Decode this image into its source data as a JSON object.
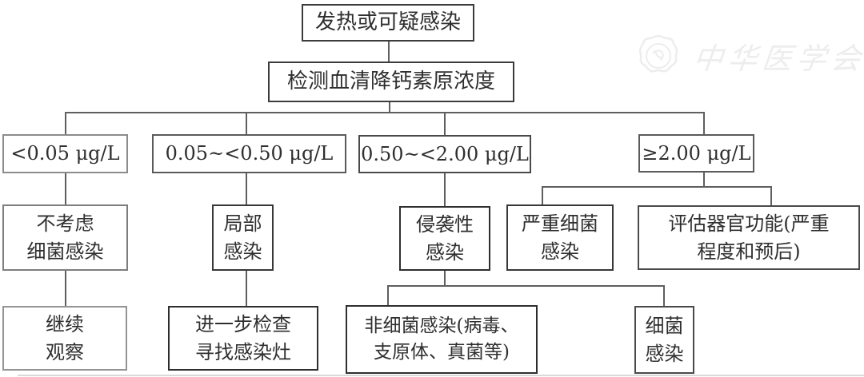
{
  "diagram": {
    "nodes": {
      "fever": {
        "label": "发热或可疑感染"
      },
      "test_pct": {
        "label": "检测血清降钙素原浓度"
      },
      "range_low": {
        "label": "<0.05 μg/L"
      },
      "range_mid_low": {
        "label": "0.05~<0.50 μg/L"
      },
      "range_mid_high": {
        "label": "0.50~<2.00 μg/L"
      },
      "range_high": {
        "label": "≥2.00 μg/L"
      },
      "no_bacterial": {
        "label": "不考虑\n细菌感染"
      },
      "local_infection": {
        "label": "局部\n感染"
      },
      "invasive_infection": {
        "label": "侵袭性\n感染"
      },
      "severe_bacterial": {
        "label": "严重细菌\n感染"
      },
      "assess_organ": {
        "label": "评估器官功能(严重\n程度和预后)"
      },
      "continue_observe": {
        "label": "继续\n观察"
      },
      "further_exam": {
        "label": "进一步检查\n寻找感染灶"
      },
      "non_bacterial": {
        "label": "非细菌感染(病毒、\n支原体、真菌等)"
      },
      "bacterial": {
        "label": "细菌\n感染"
      }
    },
    "edges": [
      {
        "from": "fever",
        "to": "test_pct"
      },
      {
        "from": "test_pct",
        "to": "range_low"
      },
      {
        "from": "test_pct",
        "to": "range_mid_low"
      },
      {
        "from": "test_pct",
        "to": "range_mid_high"
      },
      {
        "from": "test_pct",
        "to": "range_high"
      },
      {
        "from": "range_low",
        "to": "no_bacterial"
      },
      {
        "from": "no_bacterial",
        "to": "continue_observe"
      },
      {
        "from": "range_mid_low",
        "to": "local_infection"
      },
      {
        "from": "local_infection",
        "to": "further_exam"
      },
      {
        "from": "range_mid_high",
        "to": "invasive_infection"
      },
      {
        "from": "invasive_infection",
        "to": "non_bacterial"
      },
      {
        "from": "invasive_infection",
        "to": "bacterial"
      },
      {
        "from": "range_high",
        "to": "severe_bacterial"
      },
      {
        "from": "range_high",
        "to": "assess_organ"
      }
    ]
  },
  "watermark": {
    "text": "中华医学会",
    "logo": "chinese-medical-association-emblem"
  },
  "colors": {
    "ink": "#2f2f2f",
    "connector": "#5f5f5f",
    "watermark": "#ededed",
    "bg": "#ffffff"
  }
}
